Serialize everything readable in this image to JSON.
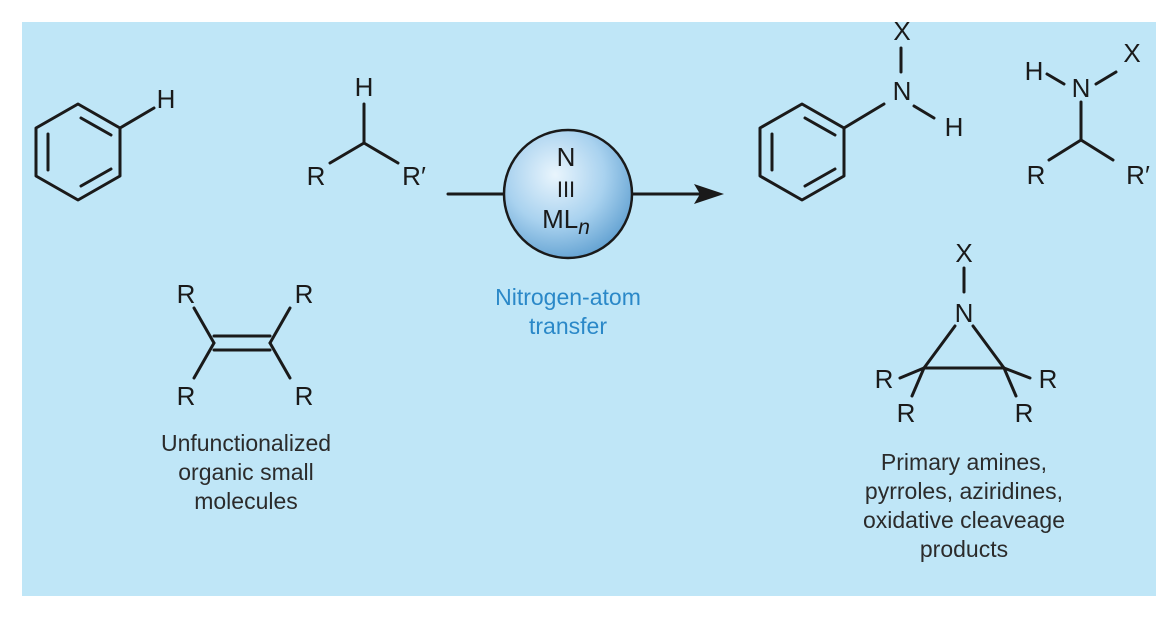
{
  "catalyst": {
    "atom_n": "N",
    "bond": "III",
    "metal": "ML",
    "subscript": "n"
  },
  "process_label": [
    "Nitrogen-atom",
    "transfer"
  ],
  "reactants": {
    "arene_h": "H",
    "alkyl": {
      "h": "H",
      "r": "R",
      "r_prime": "R′"
    },
    "alkene": {
      "r1": "R",
      "r2": "R",
      "r3": "R",
      "r4": "R"
    },
    "caption": [
      "Unfunctionalized",
      "organic small",
      "molecules"
    ]
  },
  "products": {
    "aniline": {
      "x": "X",
      "n": "N",
      "h": "H"
    },
    "alkylamine": {
      "h": "H",
      "n": "N",
      "x": "X",
      "r": "R",
      "r_prime": "R′"
    },
    "aziridine": {
      "x": "X",
      "n": "N",
      "r1": "R",
      "r2": "R",
      "r3": "R",
      "r4": "R"
    },
    "caption": [
      "Primary amines,",
      "pyrroles, aziridines,",
      "oxidative cleaveage",
      "products"
    ]
  },
  "colors": {
    "panel": "#bfe6f7",
    "accent": "#2a88c8",
    "ink": "#1a1a1a"
  }
}
